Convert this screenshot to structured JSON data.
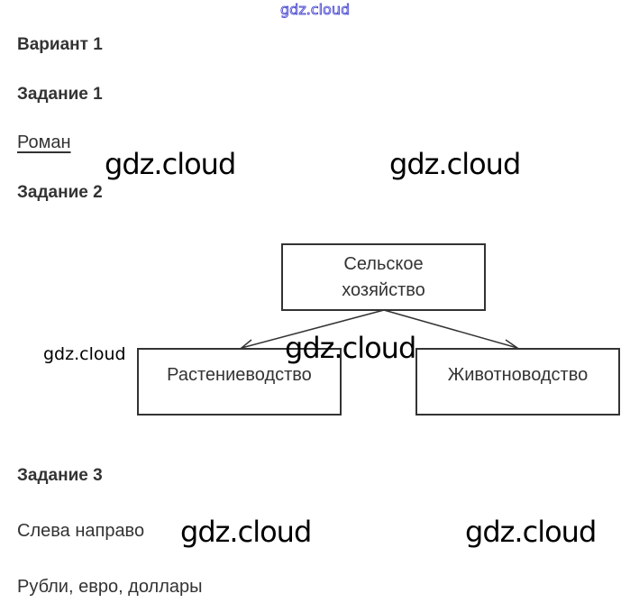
{
  "watermark": "gdz.cloud",
  "variant_title": "Вариант 1",
  "tasks": [
    {
      "title": "Задание 1",
      "answer": "Роман"
    },
    {
      "title": "Задание 2",
      "diagram": {
        "root": "Сельское хозяйство",
        "root_lines": [
          "Сельское",
          "хозяйство"
        ],
        "children": [
          "Растениеводство",
          "Животноводство"
        ]
      }
    },
    {
      "title": "Задание 3",
      "answers": [
        "Слева направо",
        "Рубли, евро, доллары"
      ]
    }
  ]
}
